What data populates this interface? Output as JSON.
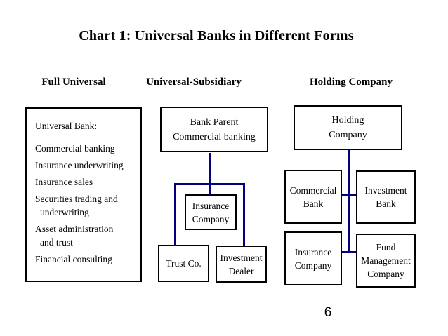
{
  "title": "Chart 1: Universal Banks in Different Forms",
  "page_number": "6",
  "colors": {
    "background": "#ffffff",
    "box_border": "#000000",
    "connector": "#000080",
    "text": "#000000"
  },
  "columns": {
    "full_universal": {
      "header": "Full Universal",
      "items": [
        "Universal Bank:",
        "Commercial banking",
        "Insurance underwriting",
        "Insurance sales",
        "Securities trading and\nunderwriting",
        "Asset administration\nand trust",
        "Financial consulting"
      ]
    },
    "universal_subsidiary": {
      "header": "Universal-Subsidiary",
      "boxes": {
        "bank_parent": "Bank Parent\nCommercial banking",
        "insurance_company": "Insurance\nCompany",
        "trust_co": "Trust Co.",
        "investment_dealer": "Investment\nDealer"
      }
    },
    "holding_company": {
      "header": "Holding Company",
      "boxes": {
        "holding_company": "Holding\nCompany",
        "commercial_bank": "Commercial\nBank",
        "investment_bank": "Investment\nBank",
        "insurance_company": "Insurance\nCompany",
        "fund_management": "Fund\nManagement\nCompany"
      }
    }
  }
}
